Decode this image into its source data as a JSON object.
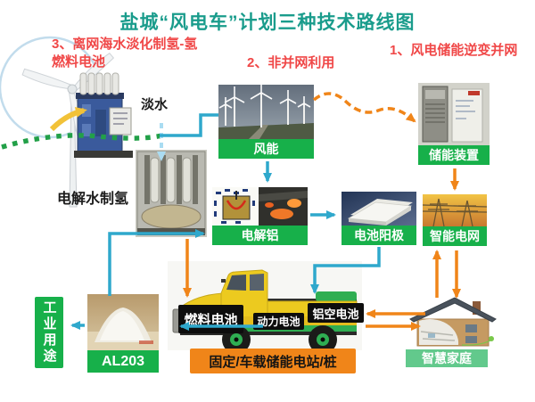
{
  "title": "盐城“风电车”计划三种技术路线图",
  "routes": {
    "route3": "3、离网海水淡化制氢-氢燃料电池",
    "route2": "2、非并网利用",
    "route1": "1、风电储能逆变并网"
  },
  "annotations": {
    "fresh_water": "淡水",
    "water_electrolysis": "电解水制氢"
  },
  "nodes": {
    "wind_energy": {
      "label": "风能"
    },
    "storage_device": {
      "label": "储能装置"
    },
    "electrolytic_aluminum": {
      "label": "电解铝"
    },
    "battery_anode": {
      "label": "电池阳极"
    },
    "smart_grid": {
      "label": "智能电网"
    },
    "industrial_use": {
      "label": "工业用途"
    },
    "alumina": {
      "label": "AL203"
    },
    "smart_home": {
      "label": "智慧家庭"
    }
  },
  "vehicle": {
    "fuel_cell": "燃料电池",
    "power_battery": "动力电池",
    "aluminum_air_battery": "铝空电池",
    "station": "固定/车载储能电站/桩"
  },
  "colors": {
    "title_text": "#1a9c8c",
    "route_text": "#f04848",
    "node_label_bg": "#17b04a",
    "smart_home_label_bg": "#62c98c",
    "arrow_blue": "#2fa8cc",
    "arrow_orange": "#f08519",
    "water_arrow": "#aadcf2",
    "dotted_green": "#22a048",
    "station_bar_bg": "#f08519",
    "truck_label_bg": "#0d0d0d"
  }
}
